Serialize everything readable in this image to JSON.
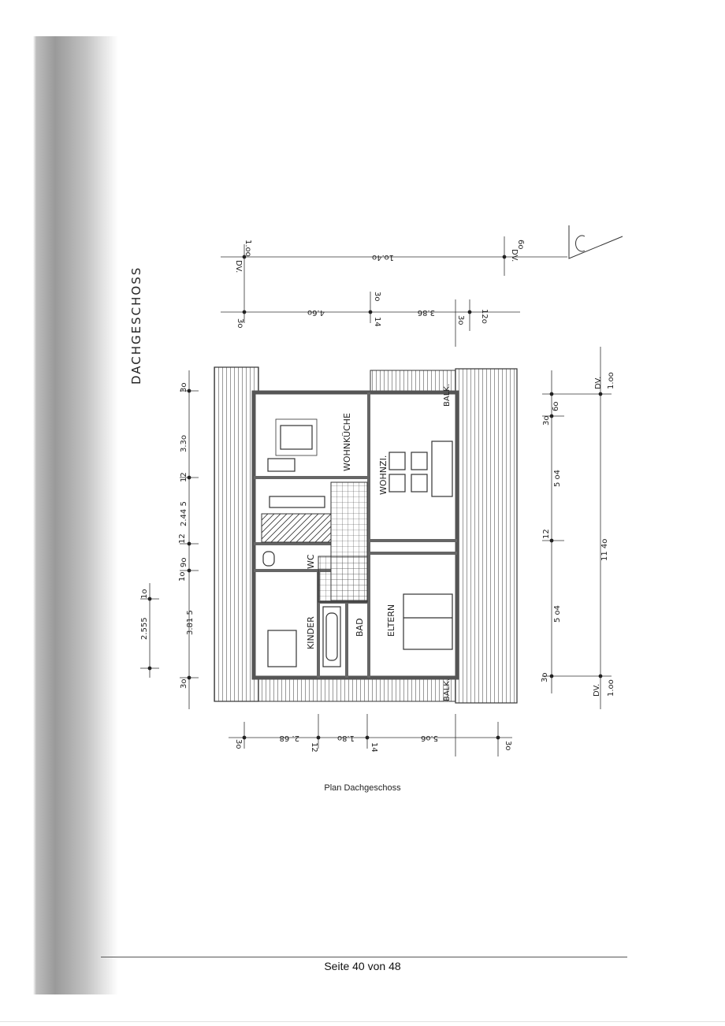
{
  "document": {
    "section_title": "DACHGESCHOSS",
    "caption": "Plan Dachgeschoss",
    "page_label": "Seite 40 von 48"
  },
  "rooms": {
    "wohnkueche": "WOHNKÜCHE",
    "wohnzi": "WOHNZI.",
    "wc": "WC",
    "kinder": "KINDER",
    "bad": "BAD",
    "eltern": "ELTERN",
    "balk_top": "BALK.",
    "balk_bottom": "BALK."
  },
  "dimensions": {
    "left": {
      "d1": "3o",
      "d2": "3.3o",
      "d3": "12",
      "d4": "2.44 5",
      "d5": "12",
      "d6": "9o",
      "d7": "1o",
      "d8": "3.81 5",
      "d9": "1o",
      "d10": "2.555",
      "d11": "3o"
    },
    "top": {
      "d1": "DV.",
      "d2": "1.oo",
      "d3": "1o.4o",
      "d4": "DV.",
      "d5": "6o",
      "d6": "3o",
      "d7": "4.6o",
      "d8": "3o",
      "d9": "14",
      "d10": "3.86",
      "d11": "3o",
      "d12": "12o"
    },
    "right": {
      "d1": "DV.",
      "d2": "1.oo",
      "d3": "3o",
      "d4": "6o",
      "d5": "5 o4",
      "d6": "12",
      "d7": "11 4o",
      "d8": "5 o4",
      "d9": "3o",
      "d10": "DV.",
      "d11": "1.oo"
    },
    "bottom": {
      "d1": "3o",
      "d2": "2. 68",
      "d3": "12",
      "d4": "1.8o",
      "d5": "14",
      "d6": "5.o6",
      "d7": "3o"
    }
  }
}
